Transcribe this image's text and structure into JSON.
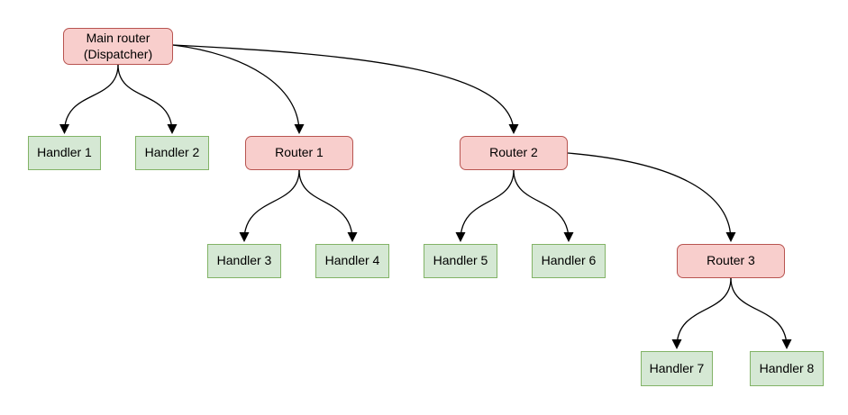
{
  "diagram": {
    "type": "flowchart-tree",
    "colors": {
      "router_fill": "#f8cecc",
      "router_border": "#b85450",
      "handler_fill": "#d5e8d4",
      "handler_border": "#82b366",
      "edge_stroke": "#000000",
      "background": "#ffffff"
    },
    "nodes": [
      {
        "id": "main-router",
        "type": "router",
        "label": "Main router\n(Dispatcher)"
      },
      {
        "id": "handler-1",
        "type": "handler",
        "label": "Handler 1"
      },
      {
        "id": "handler-2",
        "type": "handler",
        "label": "Handler 2"
      },
      {
        "id": "router-1",
        "type": "router",
        "label": "Router 1"
      },
      {
        "id": "router-2",
        "type": "router",
        "label": "Router 2"
      },
      {
        "id": "handler-3",
        "type": "handler",
        "label": "Handler 3"
      },
      {
        "id": "handler-4",
        "type": "handler",
        "label": "Handler 4"
      },
      {
        "id": "handler-5",
        "type": "handler",
        "label": "Handler 5"
      },
      {
        "id": "handler-6",
        "type": "handler",
        "label": "Handler 6"
      },
      {
        "id": "router-3",
        "type": "router",
        "label": "Router 3"
      },
      {
        "id": "handler-7",
        "type": "handler",
        "label": "Handler 7"
      },
      {
        "id": "handler-8",
        "type": "handler",
        "label": "Handler 8"
      }
    ],
    "edges": [
      {
        "from": "main-router",
        "to": "handler-1"
      },
      {
        "from": "main-router",
        "to": "handler-2"
      },
      {
        "from": "main-router",
        "to": "router-1"
      },
      {
        "from": "main-router",
        "to": "router-2"
      },
      {
        "from": "router-1",
        "to": "handler-3"
      },
      {
        "from": "router-1",
        "to": "handler-4"
      },
      {
        "from": "router-2",
        "to": "handler-5"
      },
      {
        "from": "router-2",
        "to": "handler-6"
      },
      {
        "from": "router-2",
        "to": "router-3"
      },
      {
        "from": "router-3",
        "to": "handler-7"
      },
      {
        "from": "router-3",
        "to": "handler-8"
      }
    ]
  }
}
